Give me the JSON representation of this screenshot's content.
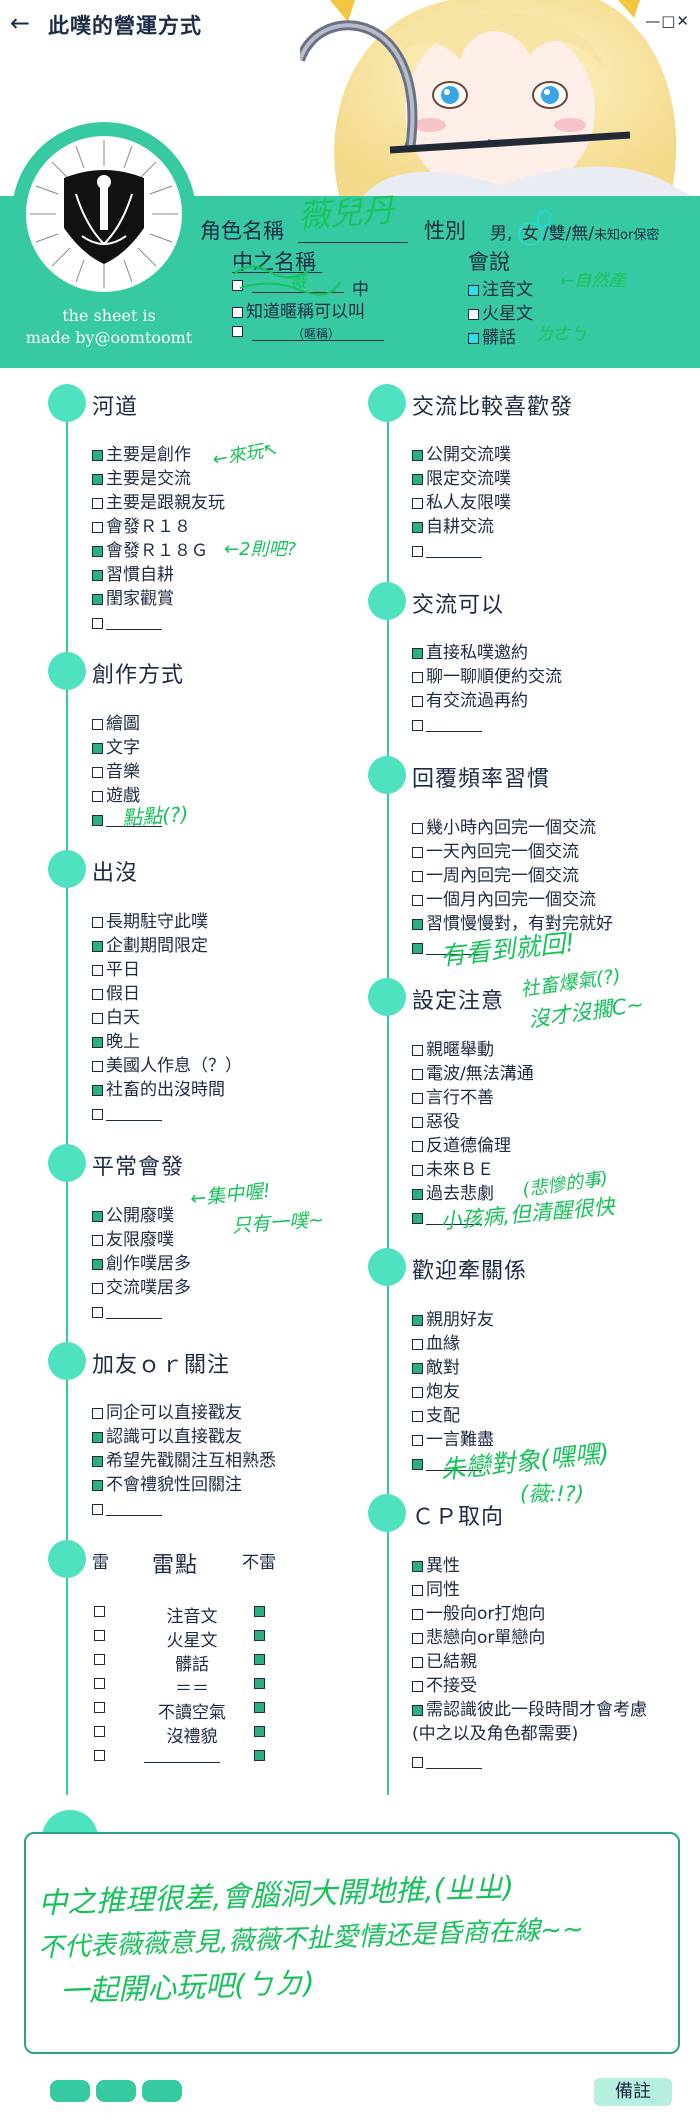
{
  "header": {
    "title": "此噗的營運方式",
    "window_controls": "—□✕",
    "credit_line1": "the sheet is",
    "credit_line2": "made by@oomtoomt",
    "role_name_label": "角色名稱",
    "role_name_value": "薇兒丹",
    "gender_label": "性別",
    "gender_options": [
      "男",
      "女",
      "雙",
      "無",
      "未知or保密"
    ],
    "gender_selected": "女",
    "zh_name_label": "中之名稱",
    "zh_name_fill": "薇",
    "zh_name_suffix": "中",
    "nickname_text": "知道暱稱可以叫",
    "nickname_hint": "（暱稱）",
    "lang_label": "會說",
    "lang_options": [
      "注音文",
      "火星文",
      "髒話"
    ],
    "lang_annot1": "自然產",
    "lang_annot2": "ㄌㄜㄅ"
  },
  "sections": {
    "hedao": {
      "title": "河道",
      "items": [
        {
          "label": "主要是創作",
          "checked": true
        },
        {
          "label": "主要是交流",
          "checked": true
        },
        {
          "label": "主要是跟親友玩",
          "checked": false
        },
        {
          "label": "會發Ｒ１８",
          "checked": false
        },
        {
          "label": "會發Ｒ１８Ｇ",
          "checked": true
        },
        {
          "label": "習慣自耕",
          "checked": true
        },
        {
          "label": "閨家觀賞",
          "checked": true
        },
        {
          "label": "",
          "checked": false
        }
      ],
      "annot1": "來玩",
      "annot2": "2則吧?"
    },
    "chuangzuo": {
      "title": "創作方式",
      "items": [
        {
          "label": "繪圖",
          "checked": false
        },
        {
          "label": "文字",
          "checked": true
        },
        {
          "label": "音樂",
          "checked": false
        },
        {
          "label": "遊戲",
          "checked": false
        },
        {
          "label": "",
          "checked": true
        }
      ],
      "annot": "點點(?)"
    },
    "chumo": {
      "title": "出沒",
      "items": [
        {
          "label": "長期駐守此噗",
          "checked": false
        },
        {
          "label": "企劃期間限定",
          "checked": true
        },
        {
          "label": "平日",
          "checked": false
        },
        {
          "label": "假日",
          "checked": false
        },
        {
          "label": "白天",
          "checked": false
        },
        {
          "label": "晚上",
          "checked": true
        },
        {
          "label": "美國人作息（？）",
          "checked": false
        },
        {
          "label": "社畜的出沒時間",
          "checked": true
        },
        {
          "label": "",
          "checked": false
        }
      ]
    },
    "pingchang": {
      "title": "平常會發",
      "items": [
        {
          "label": "公開廢噗",
          "checked": true
        },
        {
          "label": "友限廢噗",
          "checked": false
        },
        {
          "label": "創作噗居多",
          "checked": true
        },
        {
          "label": "交流噗居多",
          "checked": false
        },
        {
          "label": "",
          "checked": false
        }
      ],
      "annot1": "集中喔!",
      "annot2": "只有一噗~"
    },
    "jiayou": {
      "title": "加友ｏｒ關注",
      "items": [
        {
          "label": "同企可以直接戳友",
          "checked": false
        },
        {
          "label": "認識可以直接戳友",
          "checked": true
        },
        {
          "label": "希望先戳關注互相熟悉",
          "checked": true
        },
        {
          "label": "不會禮貌性回關注",
          "checked": true
        },
        {
          "label": "",
          "checked": false
        }
      ]
    },
    "leidian": {
      "title": "雷點",
      "left_label": "雷",
      "right_label": "不雷",
      "rows": [
        {
          "label": "注音文",
          "lei": false,
          "bulei": true
        },
        {
          "label": "火星文",
          "lei": false,
          "bulei": true
        },
        {
          "label": "髒話",
          "lei": false,
          "bulei": true
        },
        {
          "label": "＝＝",
          "lei": false,
          "bulei": true
        },
        {
          "label": "不讀空氣",
          "lei": false,
          "bulei": true
        },
        {
          "label": "沒禮貌",
          "lei": false,
          "bulei": true
        },
        {
          "label": "",
          "lei": false,
          "bulei": true
        }
      ]
    },
    "jiaoliu": {
      "title": "交流比較喜歡發",
      "items": [
        {
          "label": "公開交流噗",
          "checked": true
        },
        {
          "label": "限定交流噗",
          "checked": true
        },
        {
          "label": "私人友限噗",
          "checked": false
        },
        {
          "label": "自耕交流",
          "checked": true
        },
        {
          "label": "",
          "checked": false
        }
      ]
    },
    "kejiaoliu": {
      "title": "交流可以",
      "items": [
        {
          "label": "直接私噗邀約",
          "checked": true
        },
        {
          "label": "聊一聊順便約交流",
          "checked": false
        },
        {
          "label": "有交流過再約",
          "checked": false
        },
        {
          "label": "",
          "checked": false
        }
      ]
    },
    "huifu": {
      "title": "回覆頻率習慣",
      "items": [
        {
          "label": "幾小時內回完一個交流",
          "checked": false
        },
        {
          "label": "一天內回完一個交流",
          "checked": false
        },
        {
          "label": "一周內回完一個交流",
          "checked": false
        },
        {
          "label": "一個月內回完一個交流",
          "checked": false
        },
        {
          "label": "習慣慢慢對，有對完就好",
          "checked": true
        },
        {
          "label": "",
          "checked": true
        }
      ],
      "annot1": "有看到就回!",
      "annot2": "社畜爆氣(?)",
      "annot3": "沒才沒擱C~"
    },
    "shezhi": {
      "title": "設定注意",
      "items": [
        {
          "label": "親暱舉動",
          "checked": false
        },
        {
          "label": "電波/無法溝通",
          "checked": false
        },
        {
          "label": "言行不善",
          "checked": false
        },
        {
          "label": "惡役",
          "checked": false
        },
        {
          "label": "反道德倫理",
          "checked": false
        },
        {
          "label": "未來ＢＥ",
          "checked": false
        },
        {
          "label": "過去悲劇",
          "checked": true
        },
        {
          "label": "",
          "checked": true
        }
      ],
      "annot1": "(悲慘的事)",
      "annot2": "小孩病,但清醒很快"
    },
    "huanying": {
      "title": "歡迎牽關係",
      "items": [
        {
          "label": "親朋好友",
          "checked": true
        },
        {
          "label": "血緣",
          "checked": false
        },
        {
          "label": "敵對",
          "checked": true
        },
        {
          "label": "炮友",
          "checked": false
        },
        {
          "label": "支配",
          "checked": false
        },
        {
          "label": "一言難盡",
          "checked": false
        },
        {
          "label": "",
          "checked": true
        }
      ],
      "annot1": "朱戀對象(嘿嘿)",
      "annot2": "(薇:!?)"
    },
    "cp": {
      "title": "ＣＰ取向",
      "items": [
        {
          "label": "異性",
          "checked": true
        },
        {
          "label": "同性",
          "checked": false
        },
        {
          "label": "一般向or打炮向",
          "checked": false
        },
        {
          "label": "悲戀向or單戀向",
          "checked": false
        },
        {
          "label": "已結親",
          "checked": false
        },
        {
          "label": "不接受",
          "checked": false
        },
        {
          "label": "需認識彼此一段時間才會考慮",
          "checked": true
        }
      ],
      "extra": "(中之以及角色都需要)",
      "blank_checked": false
    }
  },
  "memo": {
    "line1": "中之推理很差,會腦洞大開地推,(ㄓㄓ)",
    "line2": "不代表薇薇意見,薇薇不扯愛情还是昏商在線~~",
    "line3": "一起開心玩吧(ㄅㄉ)"
  },
  "footer": {
    "note_button": "備註"
  },
  "colors": {
    "teal": "#37c9a2",
    "dot": "#4fe2c0",
    "checked": "#2faf7f",
    "handwriting": "#18c25a",
    "text": "#1c2c44"
  }
}
